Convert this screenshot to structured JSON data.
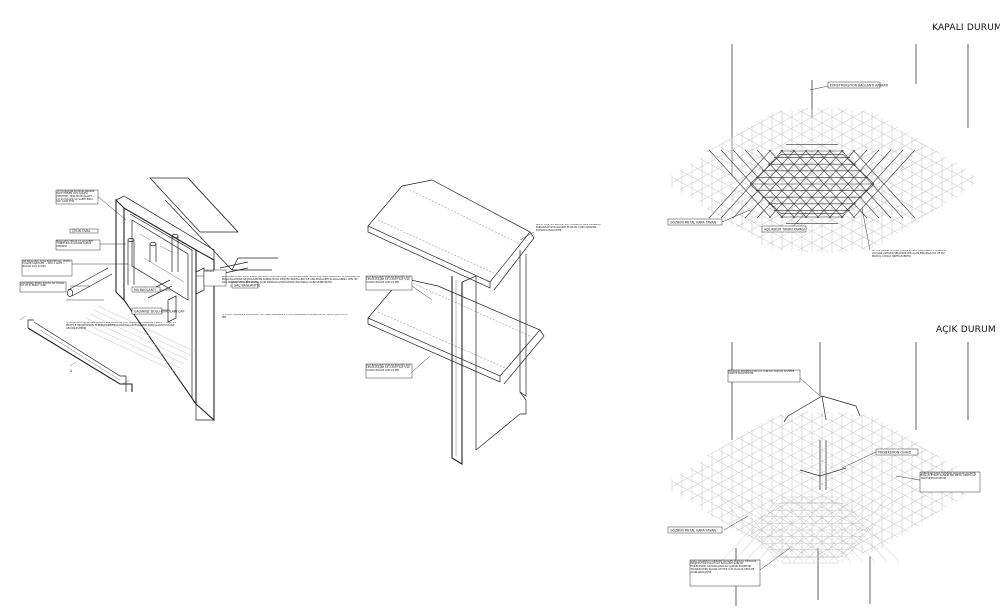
{
  "titles": {
    "closed": "KAPALI DURUM",
    "open": "AÇIK DURUM"
  },
  "detail_left": {
    "label_a": "10 PLAKADAN KAYNAKLANARAK ELDE EDİLEN AKSİ KALIPLI MENTEŞE, TİKKI MK BAĞLANT ... (2) 10 PULLER İLE SABİTLENDİ. SAC 1000 TERI",
    "label_b": "ÇELİK OVAL",
    "label_c": "BAĞLANTI YERİ Ø 47 CM DİKEY YÖNDE BİR GALVANİZ ÇUBUK MERKEZİ",
    "label_d": "M4 BAĞLANTI AÇIĞI BURUMI SAC LEVHA PULLER SABİTLEM ... MİLİ 2 ADET ... BOĞAZ SAĞ 24 MM",
    "label_e": "GALVANİZLİ BORU PROFİL SİT HALKA İLE VE İÇ BORU YÖNÜ",
    "label_f": "MERKEZ",
    "label_g": "M4 BAĞLANTI",
    "label_h": "SAÇ BAĞLANTIN",
    "label_i": "GALVANİZ DOLU BORULARI ÇAP",
    "label_j": "İÇ BOŞLUKLU GALVANİZ BORU PROFİLİ RAYIN ÖNE GELMESİNİ SAĞLAR TELES ... TAŞIYICI PROFİLE PROJEKSİYON PERDELERİNDEN KAYAN KALAN BAĞLANTI PARÇALARIN ÜSTÜNE GEÇİRİLECEKTİR",
    "label_k": "GALVANİZ BORU PROFİLLERI RAYLARI TAŞIYAN DİKEY ELEMANLARDIR. BORULAR ANA BAĞLANTI PLAKASINDAN BOŞLUKLARDAN GEÇİRİLDİKTEN SONRA RAYLI DESTEK PROFİLLERİ İLE ANA BAĞLANTI PLAKALARINA VEN ÜN SAÇ ANKRAJI VEYA BİR ÇIKMA AÇIKLIĞINDAN GEÇİRİLECEK BİR PARÇA SABİTLENECEKTİR",
    "label_l": "İÇ DOLU GALVANİZ BORULAR, UÇ TARAFLARINDAN 8 CM DERİNLİĞE DELİNECEKTİR. DELİK ÇAPI M4 4 MM"
  },
  "detail_mid": {
    "label_a": "RAYIZ TAŞIYICI KAYAN HER YUKARITA DAN DELİNERİ BURADA DÜZ BAĞLANTI PLAKASI S MM ARASINA KAYNAKLANACAKTIR",
    "label_b": "RAY BAĞLANTI TOPLAR BORUSU SAC LEVHA PULLER İLE 2 ADET SAÇ 5/16 CIVATA BOĞAZ ÇAPI 25 MM",
    "label_c": "RAY BAĞLANTI TOPLAR BORUSU SAC LEVHA PULLER İLE 2 ADET SAÇ 5/16 CIVATA BOĞAZ ÇAPI 25 MM"
  },
  "closed_view": {
    "label_top": "KONSTRÜKSİYON BAĞLANTI APARATI",
    "label_left": "GÖZBEN METAL KARA TAVAN",
    "label_center": "AÇILABİLİR TAVAN KAPAĞI",
    "label_right": "METAL GÖZBEN KARA TAVAN İÇİNDE BİRKENARI 3 GÖZDEN OLUŞAN ALTIGEN ŞEKLİNDE BİR ALAN BIRAKILACAK VE BU MODÜL AYRICA ÜRETİLECEKTİR"
  },
  "open_view": {
    "label_top": "HİDROLİK PROJEKSİYON ÜST TABLASI TAŞIYICI SİSTEME MONTE EDİLECEKTİR",
    "label_proj": "PROJEKSİYON CİHAZI",
    "label_right": "ŞABLOLAN KARA TAVANDA AÇILACAK ALTIGEN BOŞLUK ETRAFI SANILIR BIR METÂL PROFİL İLE TAKVİYE EDİLECEKTİR",
    "label_left": "GÖZBEN METAL KARA TAVAN",
    "label_bottom": "KARA TAVANIN ÜÇGENDEN ALTIGEN MODÜLÜ HİDROLİK PROJEKSİYON HALATI İLE BAĞLANTI ŞABLON EDİLECEKTİR. KAYNAKLANACAK ÇAKIŞIK PROJEKTİR TAVANIN DERS KALIAN İLE HER YÜZ OLACAK ŞEKİLDE AYARLANACAKTIR"
  }
}
